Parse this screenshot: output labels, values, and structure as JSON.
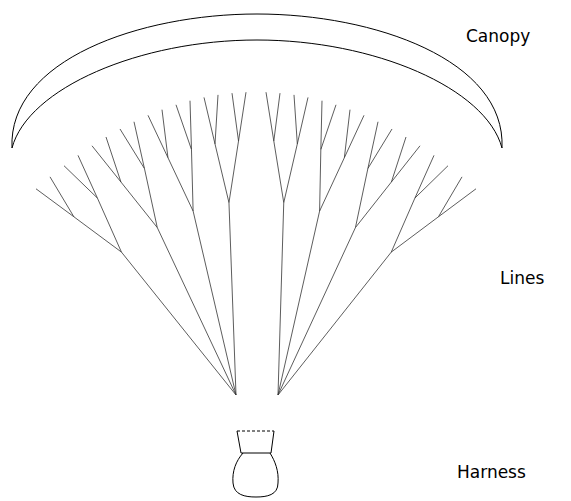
{
  "diagram": {
    "labels": [
      "Canopy",
      "Lines",
      "Harness"
    ]
  }
}
